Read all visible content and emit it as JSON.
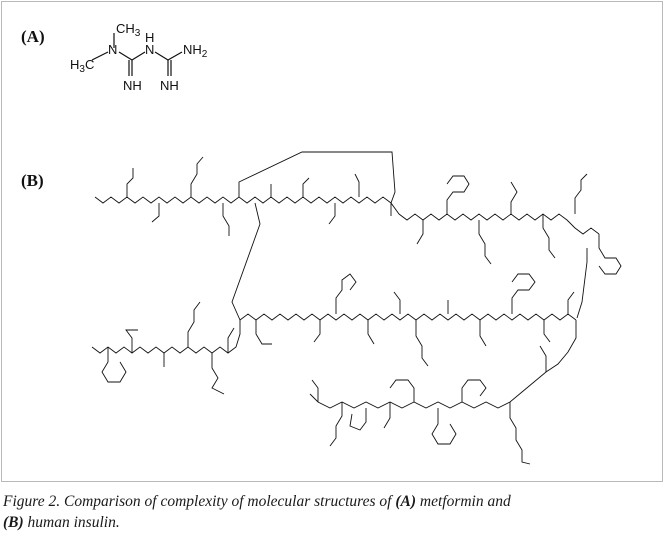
{
  "panels": {
    "a": {
      "label": "(A)",
      "atoms": {
        "ch3_top": "CH",
        "ch3_top_sub": "3",
        "h3c": "H",
        "h3c_sub": "3",
        "h3c_c": "C",
        "n1": "N",
        "n2": "N",
        "h": "H",
        "nh2": "NH",
        "nh2_sub": "2",
        "nh_left": "NH",
        "nh_right": "NH"
      }
    },
    "b": {
      "label": "(B)"
    }
  },
  "caption": {
    "prefix": "Figure 2. Comparison of complexity of molecular structures of ",
    "a_ref": "(A)",
    "middle": " metformin and",
    "b_ref": "(B)",
    "suffix": " human insulin."
  },
  "colors": {
    "ink": "#111111",
    "frame": "#b9b9b9",
    "background": "#ffffff"
  }
}
